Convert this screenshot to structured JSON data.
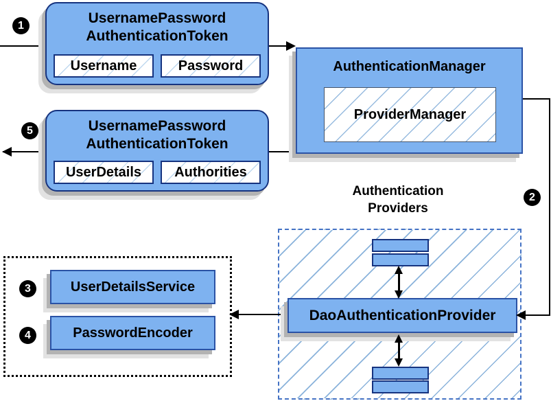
{
  "request_token": {
    "title_line1": "UsernamePassword",
    "title_line2": "AuthenticationToken",
    "field1": "Username",
    "field2": "Password"
  },
  "result_token": {
    "title_line1": "UsernamePassword",
    "title_line2": "AuthenticationToken",
    "field1": "UserDetails",
    "field2": "Authorities"
  },
  "auth_manager": {
    "title": "AuthenticationManager",
    "provider_manager": "ProviderManager"
  },
  "providers": {
    "heading_line1": "Authentication",
    "heading_line2": "Providers",
    "dao_provider": "DaoAuthenticationProvider"
  },
  "services": {
    "user_details_service": "UserDetailsService",
    "password_encoder": "PasswordEncoder"
  },
  "steps": {
    "step1": "1",
    "step2": "2",
    "step3": "3",
    "step4": "4",
    "step5": "5"
  },
  "colors": {
    "box_fill": "#7EB2F0",
    "token_border": "#16337F",
    "box_border": "#2A52A5",
    "hatch_line": "#9DC3E6",
    "dashed_border": "#4472C4",
    "dotted_border": "#000000",
    "arrow": "#000000",
    "shadow": "#B3B3B3"
  }
}
